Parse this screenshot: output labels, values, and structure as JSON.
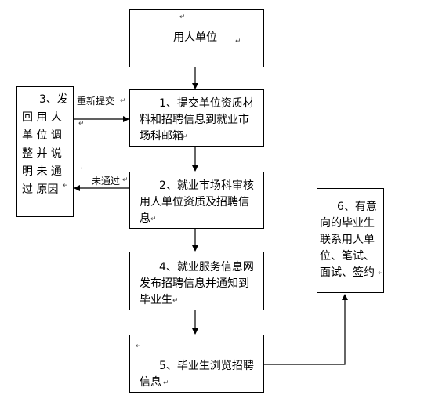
{
  "return_mark": "↵",
  "small_mark": "'",
  "nodes": {
    "employer": {
      "label": "用人单位"
    },
    "step1": {
      "lines": [
        "1、提交单位资质材",
        "料和招聘信息到就业市",
        "场科邮箱"
      ]
    },
    "step2": {
      "lines": [
        "2、就业市场科审核",
        "用人单位资质及招聘信",
        "息"
      ]
    },
    "step3": {
      "lines": [
        "3、发",
        "回 用 人",
        "单 位 调",
        "整 并 说",
        "明 未 通",
        "过 原因"
      ]
    },
    "step4": {
      "lines": [
        "4、就业服务信息网",
        "发布招聘信息并通知到",
        "毕业生"
      ]
    },
    "step5": {
      "lines": [
        "5、毕业生浏览招聘",
        "信息"
      ]
    },
    "step6": {
      "lines": [
        "6、有意",
        "向的毕业生",
        "联系用人单",
        "位、笔试、",
        "面试、签约"
      ]
    }
  },
  "edge_labels": {
    "resubmit": "重新提交",
    "not_passed": "未通过"
  }
}
